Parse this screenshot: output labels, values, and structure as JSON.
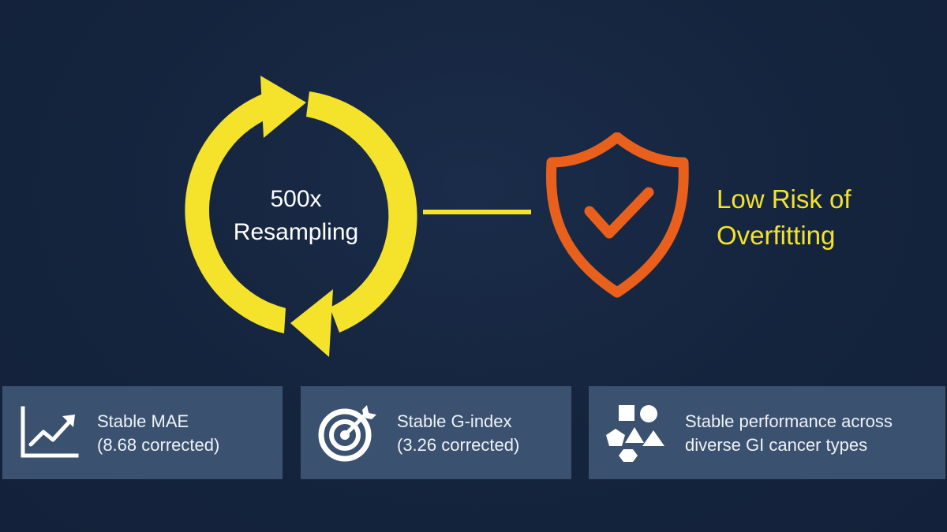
{
  "diagram": {
    "cycle": {
      "line1": "500x",
      "line2": "Resampling",
      "icon": "refresh-cycle-icon",
      "color": "#f4e32a"
    },
    "result": {
      "line1": "Low Risk of",
      "line2": "Overfitting",
      "icon": "shield-check-icon",
      "shield_color": "#e8601c",
      "text_color": "#f4e32a"
    }
  },
  "cards": [
    {
      "icon": "line-chart-icon",
      "line1": "Stable MAE",
      "line2": "(8.68 corrected)"
    },
    {
      "icon": "target-icon",
      "line1": "Stable G-index",
      "line2": "(3.26 corrected)"
    },
    {
      "icon": "shapes-icon",
      "line1": "Stable performance across",
      "line2": "diverse GI cancer types"
    }
  ],
  "colors": {
    "background": "#15243d",
    "card": "#3b5170",
    "accent_yellow": "#f4e32a",
    "accent_orange": "#e8601c"
  }
}
